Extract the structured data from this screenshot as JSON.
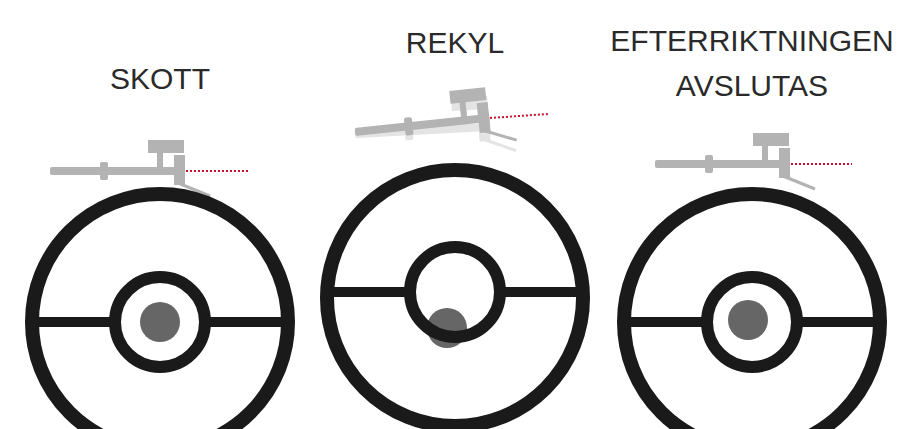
{
  "diagram": {
    "labels": [
      "SKOTT",
      "REKYL",
      "EFTERRIKTNINGEN AVSLUTAS"
    ]
  }
}
